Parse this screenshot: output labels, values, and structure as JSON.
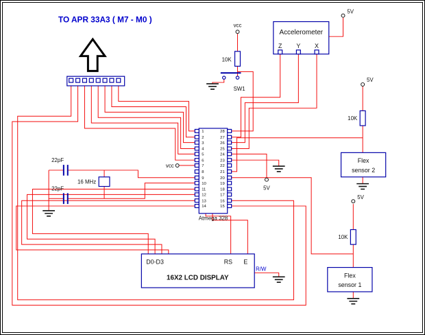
{
  "colors": {
    "wire": "#f30b0b",
    "component": "#0000a8",
    "accent_text": "#0000cd"
  },
  "header": {
    "title": "TO APR 33A3 ( M7 - M0 )"
  },
  "connector": {
    "pin_count": 8
  },
  "ic": {
    "label": "Atmega 328",
    "left_pins": [
      "1",
      "2",
      "3",
      "4",
      "5",
      "6",
      "7",
      "8",
      "9",
      "10",
      "11",
      "12",
      "13",
      "14"
    ],
    "right_pins": [
      "28",
      "27",
      "26",
      "25",
      "24",
      "23",
      "22",
      "21",
      "20",
      "19",
      "18",
      "17",
      "16",
      "15"
    ]
  },
  "accelerometer": {
    "label": "Accelerometer",
    "pins": [
      "Z",
      "Y",
      "X"
    ],
    "supply": "5V"
  },
  "reset_circuit": {
    "vcc": "vcc",
    "resistor": "10K",
    "switch": "SW1"
  },
  "crystal_circuit": {
    "cap1": "22pF",
    "cap2": "22pF",
    "crystal": "16 MHz"
  },
  "power": {
    "vcc_pin7": "vcc",
    "avcc_5v": "5V"
  },
  "flex2_circuit": {
    "supply": "5V",
    "resistor": "10K",
    "box_line1": "Flex",
    "box_line2": "sensor 2"
  },
  "flex1_circuit": {
    "supply": "5V",
    "resistor": "10K",
    "box_line1": "Flex",
    "box_line2": "sensor 1"
  },
  "lcd": {
    "data_label": "D0-D3",
    "rs_label": "RS",
    "e_label": "E",
    "rw_label": "R/W",
    "title": "16X2 LCD DISPLAY"
  }
}
